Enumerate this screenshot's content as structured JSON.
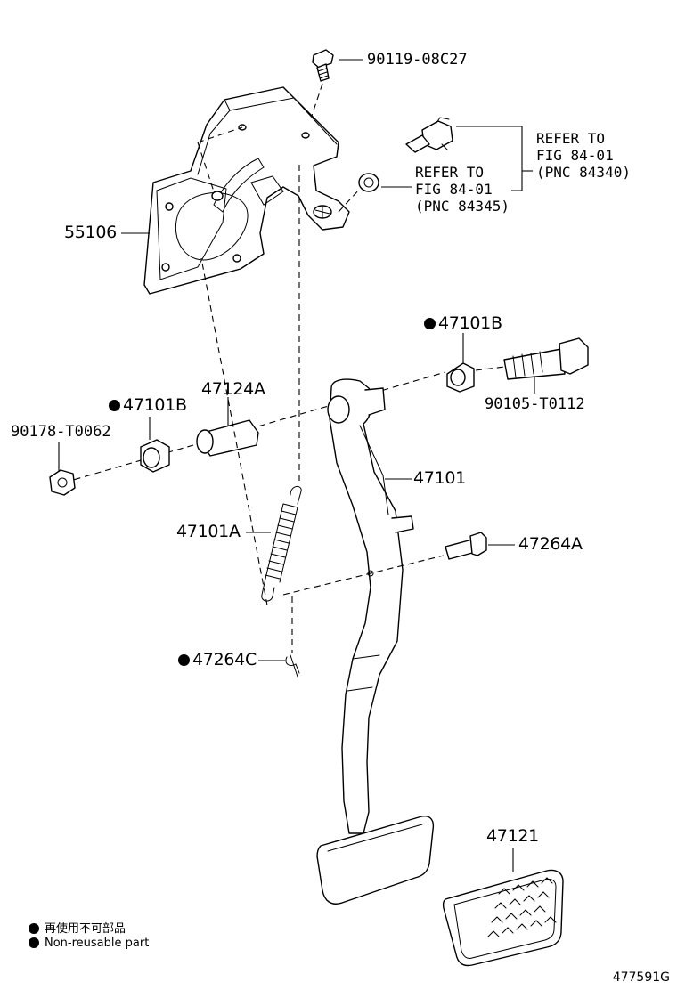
{
  "parts": {
    "bolt_top": "90119-08C27",
    "bracket": "55106",
    "bushing_upper": "47101B",
    "pivot_bolt": "90105-T0112",
    "collar": "47124A",
    "bushing_lower": "47101B",
    "nut": "90178-T0062",
    "pedal_arm": "47101",
    "return_spring": "47101A",
    "clevis_pin": "47264A",
    "clip": "47264C",
    "pedal_pad": "47121"
  },
  "references": {
    "upper": "REFER TO\nFIG 84-01\n(PNC 84340)",
    "lower": "REFER TO\nFIG 84-01\n(PNC 84345)"
  },
  "legend": {
    "japanese": "再使用不可部品",
    "english": "Non-reusable part"
  },
  "figure_number": "477591G",
  "non_reusable_marker": "filled-circle"
}
